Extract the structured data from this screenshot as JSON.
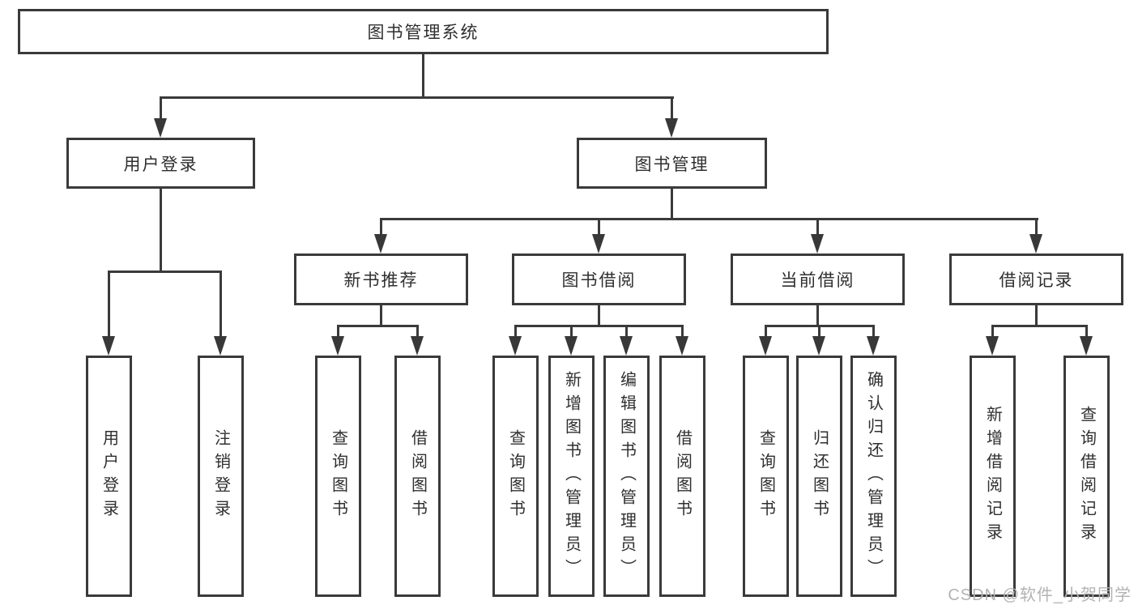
{
  "diagram": {
    "root": {
      "label": "图书管理系统"
    },
    "branches": [
      {
        "label": "用户登录",
        "children": [
          {
            "label": "用户登录"
          },
          {
            "label": "注销登录"
          }
        ]
      },
      {
        "label": "图书管理",
        "children": [
          {
            "label": "新书推荐",
            "children": [
              {
                "label": "查询图书"
              },
              {
                "label": "借阅图书"
              }
            ]
          },
          {
            "label": "图书借阅",
            "children": [
              {
                "label": "查询图书"
              },
              {
                "label": "新增图书（管理员）"
              },
              {
                "label": "编辑图书（管理员）"
              },
              {
                "label": "借阅图书"
              }
            ]
          },
          {
            "label": "当前借阅",
            "children": [
              {
                "label": "查询图书"
              },
              {
                "label": "归还图书"
              },
              {
                "label": "确认归还（管理员）"
              }
            ]
          },
          {
            "label": "借阅记录",
            "children": [
              {
                "label": "新增借阅记录"
              },
              {
                "label": "查询借阅记录"
              }
            ]
          }
        ]
      }
    ]
  },
  "watermark": {
    "text": "CSDN @软件_小贺同学"
  },
  "colors": {
    "line": "#3a3a3a",
    "text": "#2f2f2f",
    "watermark": "#b3b3b3",
    "background": "#ffffff"
  }
}
